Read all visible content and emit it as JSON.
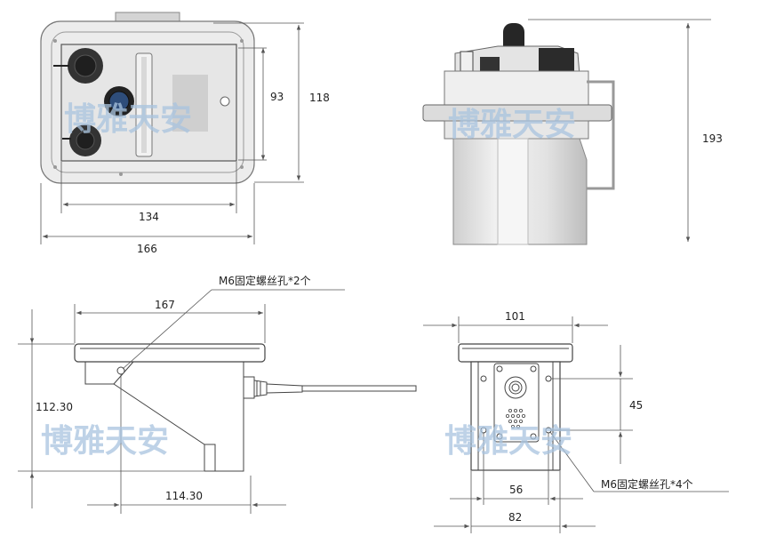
{
  "watermark": "博雅天安",
  "top_view": {
    "inner_width": "134",
    "outer_width": "166",
    "inner_height": "93",
    "outer_height": "118"
  },
  "side_view": {
    "height": "193"
  },
  "front_view": {
    "width": "167",
    "height": "112.30",
    "hole_offset": "114.30",
    "note": "M6固定螺丝孔*2个"
  },
  "end_view": {
    "width": "101",
    "hole_spacing_v": "45",
    "hole_spacing_h": "56",
    "base_width": "82",
    "note": "M6固定螺丝孔*4个"
  },
  "colors": {
    "body": "#e8e8e8",
    "body_stroke": "#555555",
    "plate": "#cfcfcf",
    "connector": "#333333",
    "cable": "#222222"
  }
}
